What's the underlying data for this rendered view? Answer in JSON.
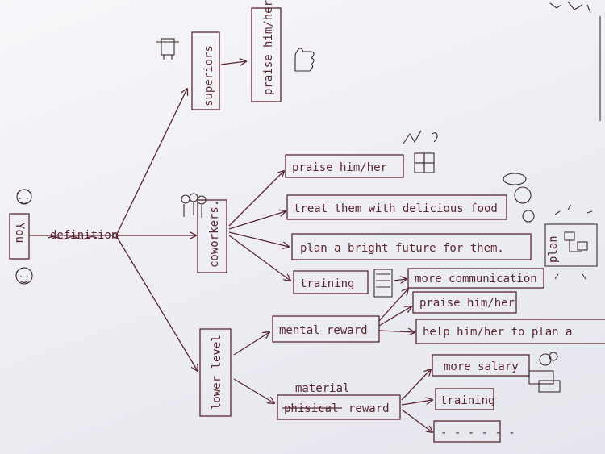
{
  "root": {
    "label": "You",
    "arrow_note": "definition"
  },
  "branches": {
    "superiors": {
      "label": "superiors",
      "action": "praise him/her"
    },
    "coworkers": {
      "label": "coworkers.",
      "items": [
        "praise him/her",
        "treat them with delicious food",
        "plan a bright future for them.",
        "training"
      ],
      "training_sub": "more communication",
      "plan_doodle": "plan"
    },
    "lower_level": {
      "label": "lower level",
      "mental": {
        "label": "mental reward",
        "items": [
          "praise him/her",
          "help him/her to plan a"
        ]
      },
      "material": {
        "label_prefix_crossed": "phisical",
        "label_prefix_correction": "material",
        "label_suffix": "reward",
        "items": [
          "more salary",
          "training",
          "- - - - - -"
        ]
      }
    }
  }
}
